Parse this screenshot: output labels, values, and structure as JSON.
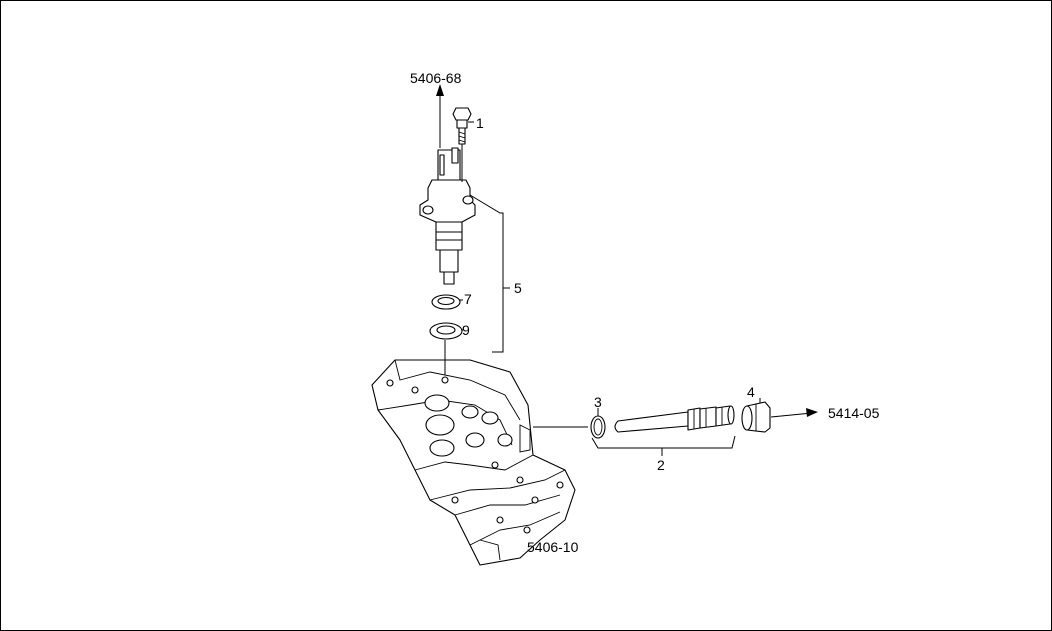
{
  "callouts": {
    "ref_top": "5406-68",
    "ref_right": "5414-05",
    "ref_bottom": "5406-10",
    "item_1": "1",
    "item_2": "2",
    "item_3": "3",
    "item_4": "4",
    "item_5": "5",
    "item_7": "7",
    "item_9": "9"
  }
}
